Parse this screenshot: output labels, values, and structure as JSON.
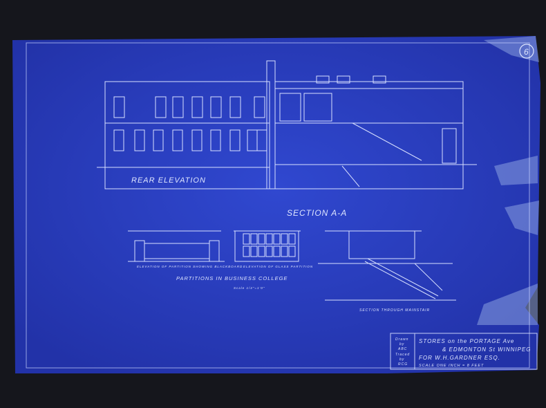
{
  "sheet_number": "6",
  "colors": {
    "background": "#15161c",
    "paper": "#2b3fc4",
    "line": "#d8e0ff"
  },
  "drawings": {
    "rear_elevation": "REAR ELEVATION",
    "section": "SECTION A-A",
    "partition_blackboard": "ELEVATION OF PARTITION SHOWING BLACKBOARD",
    "partition_glass": "ELEVATION OF GLASS PARTITION",
    "partitions_title": "PARTITIONS IN BUSINESS COLLEGE",
    "partitions_scale": "Scale 1/4\"=1'0\"",
    "mainstair": "SECTION THROUGH MAINSTAIR"
  },
  "title_block": {
    "drawn_by": [
      "Drawn",
      "by",
      "ABC"
    ],
    "traced_by": [
      "Traced",
      "by",
      "RCG"
    ],
    "line1": "STORES on the PORTAGE Ave",
    "line2": "& EDMONTON St WINNIPEG",
    "line3": "FOR W.H.GARDNER ESQ.",
    "line4": "SCALE ONE INCH = 8 FEET"
  }
}
